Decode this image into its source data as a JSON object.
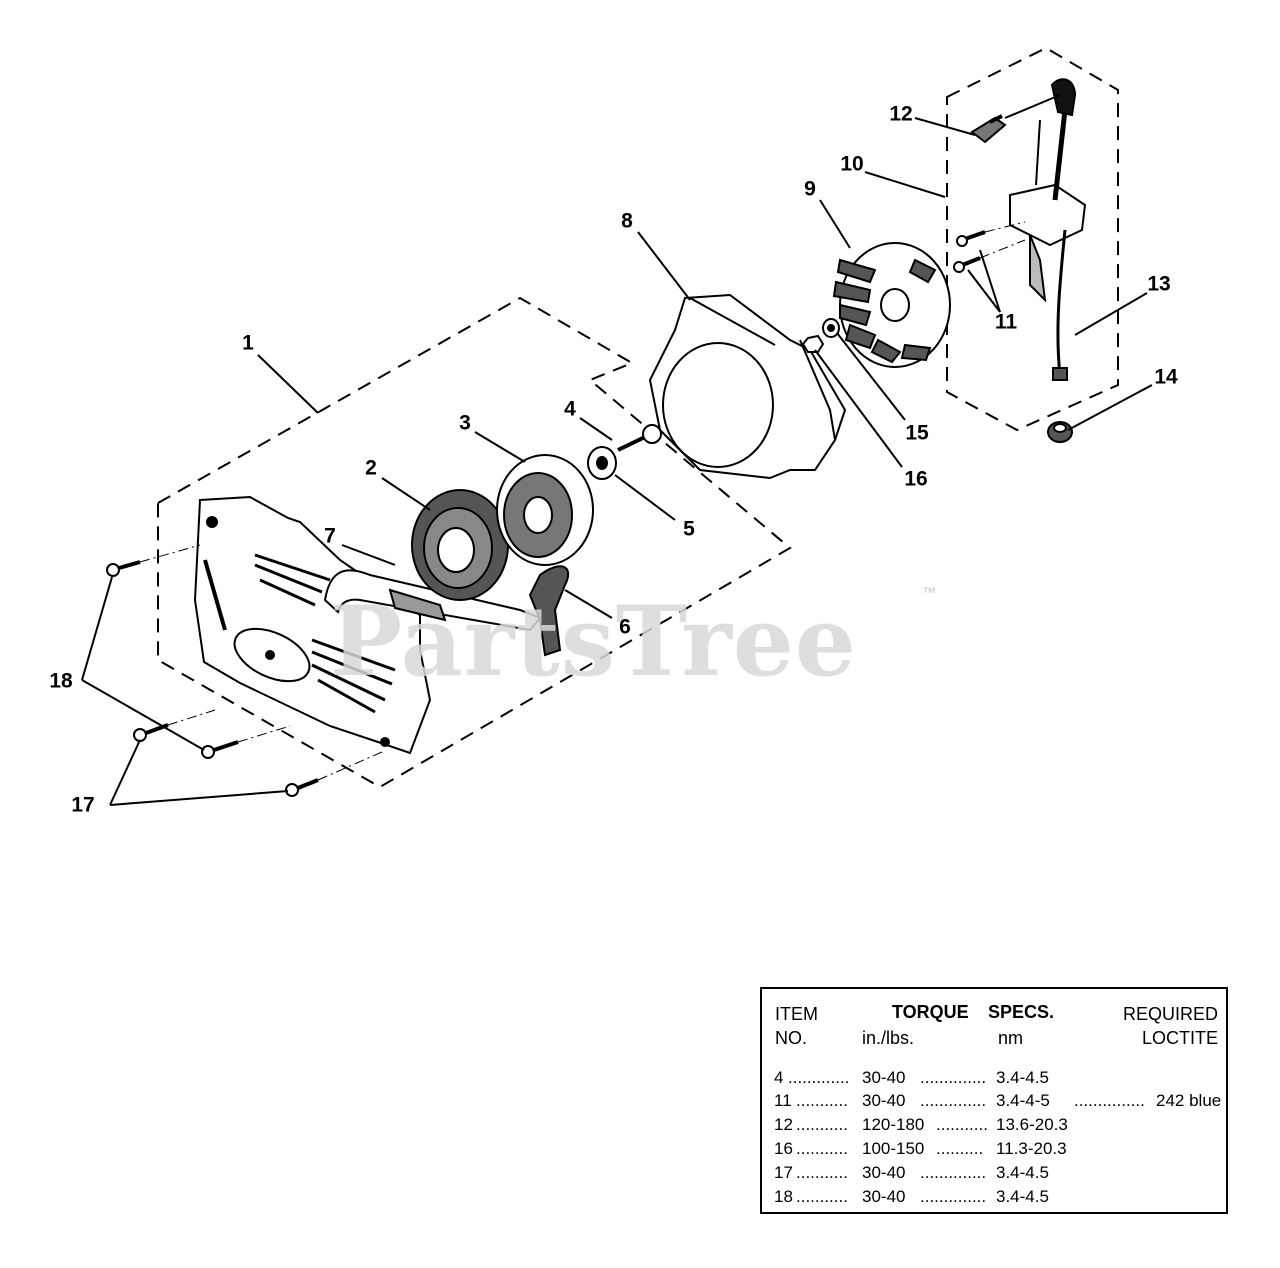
{
  "diagram": {
    "watermark": "PartsTree",
    "watermark_mark": "™",
    "callouts": [
      {
        "id": "1",
        "label": "1"
      },
      {
        "id": "2",
        "label": "2"
      },
      {
        "id": "3",
        "label": "3"
      },
      {
        "id": "4",
        "label": "4"
      },
      {
        "id": "5",
        "label": "5"
      },
      {
        "id": "6",
        "label": "6"
      },
      {
        "id": "7",
        "label": "7"
      },
      {
        "id": "8",
        "label": "8"
      },
      {
        "id": "9",
        "label": "9"
      },
      {
        "id": "10",
        "label": "10"
      },
      {
        "id": "11",
        "label": "11"
      },
      {
        "id": "12",
        "label": "12"
      },
      {
        "id": "13",
        "label": "13"
      },
      {
        "id": "14",
        "label": "14"
      },
      {
        "id": "15",
        "label": "15"
      },
      {
        "id": "16",
        "label": "16"
      },
      {
        "id": "17",
        "label": "17"
      },
      {
        "id": "18",
        "label": "18"
      }
    ]
  },
  "torque_table": {
    "header": {
      "item": "ITEM",
      "no": "NO.",
      "torque": "TORQUE",
      "specs": "SPECS.",
      "in_lbs": "in./lbs.",
      "nm": "nm",
      "required": "REQUIRED",
      "loctite": "LOCTITE"
    },
    "rows": [
      {
        "item": "4",
        "in_lbs": "30-40",
        "nm": "3.4-4.5",
        "loctite": ""
      },
      {
        "item": "11",
        "in_lbs": "30-40",
        "nm": "3.4-4-5",
        "loctite": "242 blue"
      },
      {
        "item": "12",
        "in_lbs": "120-180",
        "nm": "13.6-20.3",
        "loctite": ""
      },
      {
        "item": "16",
        "in_lbs": "100-150",
        "nm": "11.3-20.3",
        "loctite": ""
      },
      {
        "item": "17",
        "in_lbs": "30-40",
        "nm": "3.4-4.5",
        "loctite": ""
      },
      {
        "item": "18",
        "in_lbs": "30-40",
        "nm": "3.4-4.5",
        "loctite": ""
      }
    ]
  }
}
